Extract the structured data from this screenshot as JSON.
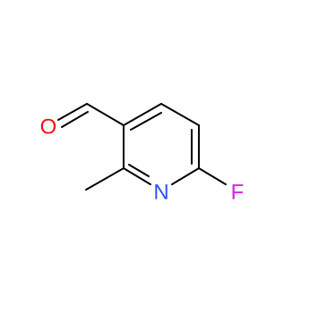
{
  "molecule": {
    "atoms": {
      "oxygen": {
        "symbol": "O",
        "color": "#ff0d0d"
      },
      "nitrogen": {
        "symbol": "N",
        "color": "#3050f8"
      },
      "fluorine": {
        "symbol": "F",
        "color": "#e020e0"
      }
    },
    "bond_color": "#000000"
  }
}
